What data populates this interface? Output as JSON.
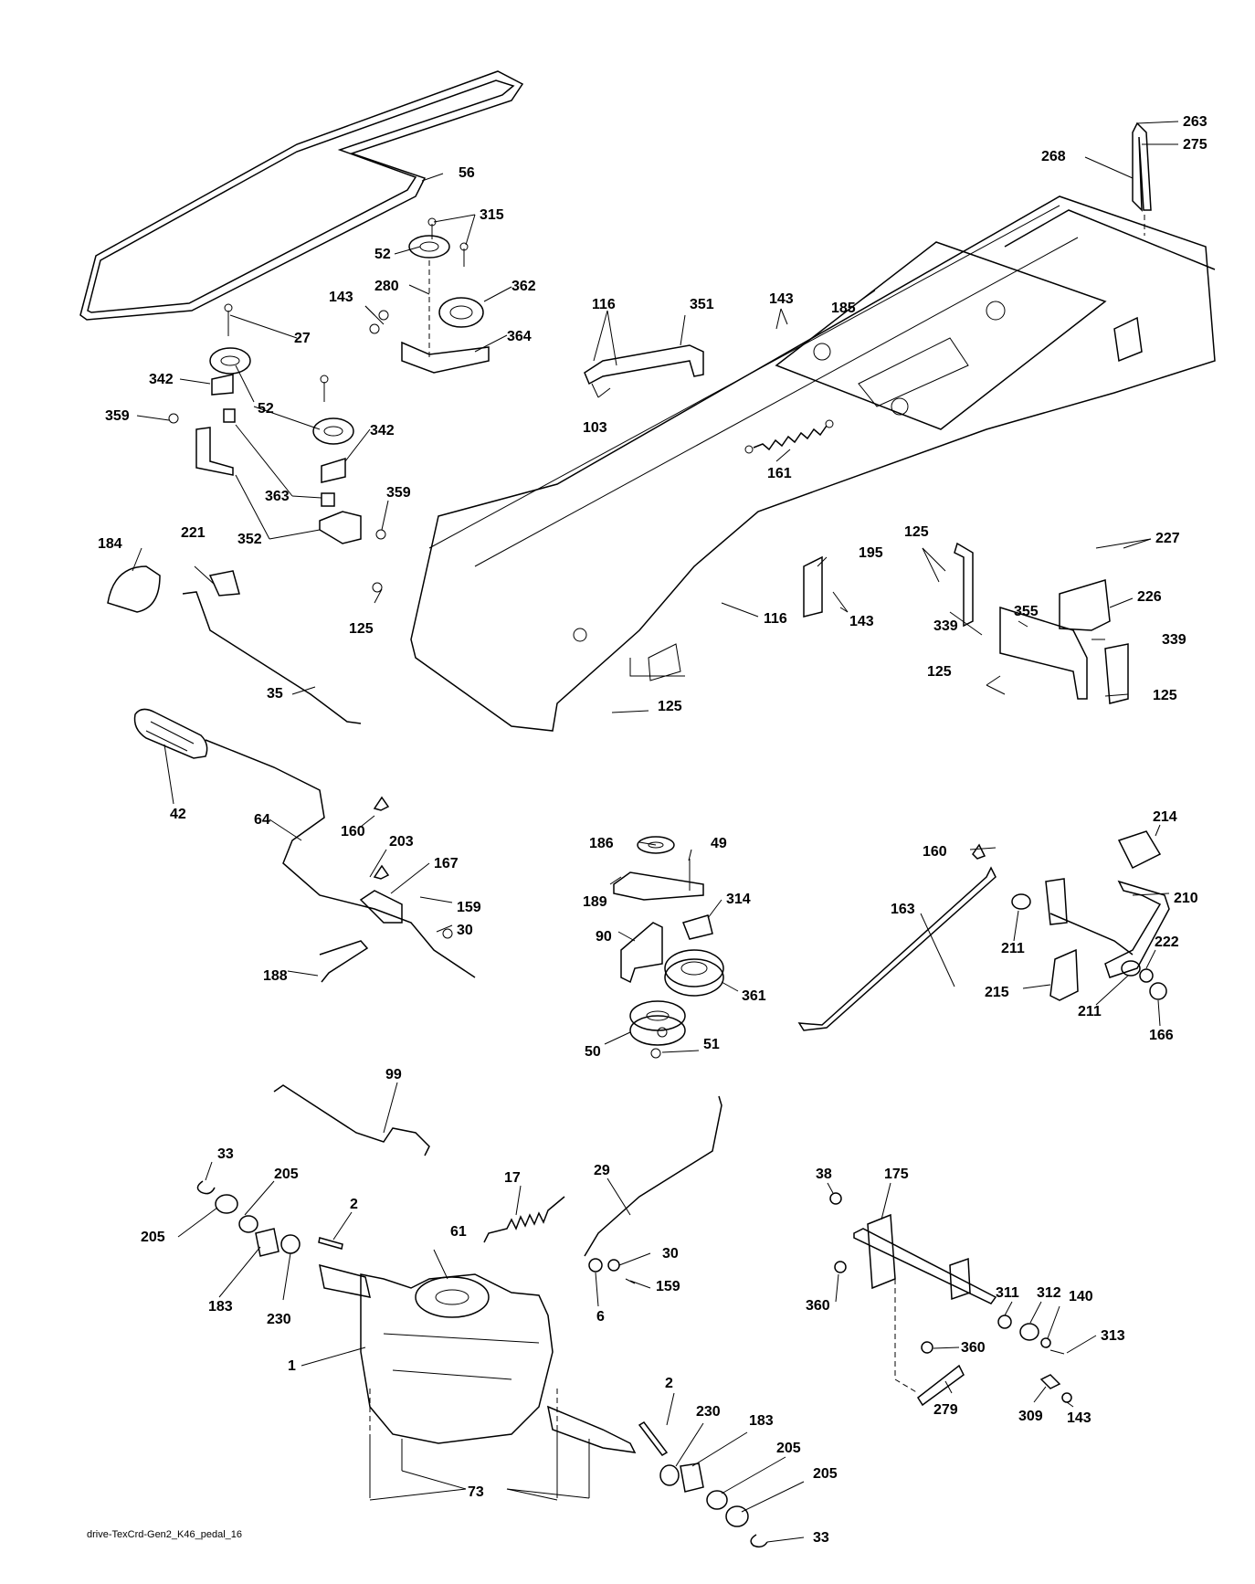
{
  "diagram": {
    "caption": "drive-TexCrd-Gen2_K46_pedal_16",
    "callouts": [
      "56",
      "315",
      "52",
      "280",
      "362",
      "143",
      "364",
      "27",
      "342",
      "52",
      "359",
      "342",
      "363",
      "359",
      "352",
      "116",
      "351",
      "103",
      "143",
      "185",
      "263",
      "275",
      "268",
      "161",
      "184",
      "221",
      "125",
      "35",
      "125",
      "195",
      "143",
      "116",
      "125",
      "227",
      "226",
      "339",
      "355",
      "339",
      "125",
      "125",
      "42",
      "64",
      "160",
      "203",
      "167",
      "159",
      "30",
      "188",
      "186",
      "49",
      "189",
      "314",
      "90",
      "361",
      "50",
      "51",
      "214",
      "160",
      "210",
      "163",
      "211",
      "222",
      "215",
      "211",
      "166",
      "99",
      "33",
      "205",
      "2",
      "17",
      "29",
      "205",
      "183",
      "230",
      "61",
      "30",
      "159",
      "6",
      "1",
      "2",
      "230",
      "183",
      "205",
      "205",
      "73",
      "33",
      "38",
      "175",
      "360",
      "311",
      "312",
      "140",
      "313",
      "360",
      "279",
      "309",
      "143"
    ]
  }
}
